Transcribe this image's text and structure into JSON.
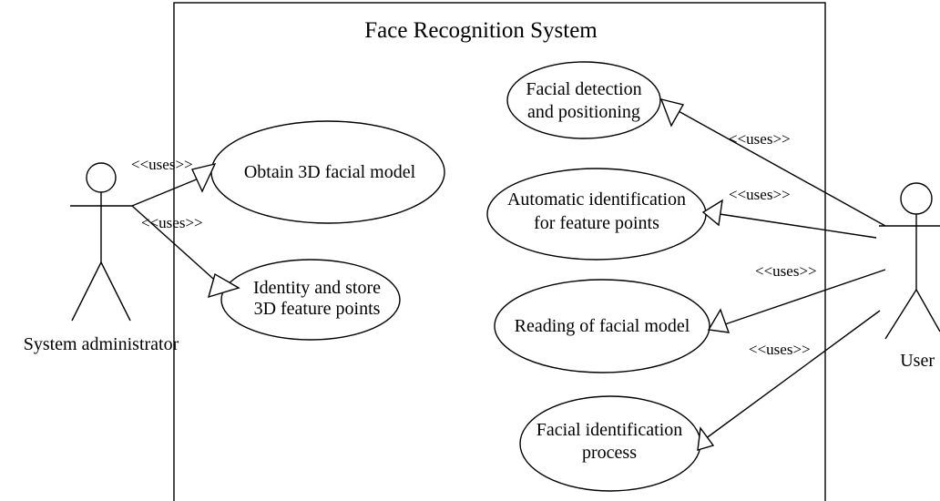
{
  "system": {
    "title": "Face Recognition System"
  },
  "actors": {
    "admin": {
      "label": "System administrator"
    },
    "user": {
      "label": "User"
    }
  },
  "use_cases": {
    "obtain_model": {
      "lines": [
        "Obtain 3D facial model"
      ]
    },
    "identity_store": {
      "lines": [
        "Identity and store",
        "3D feature points"
      ]
    },
    "facial_detection": {
      "lines": [
        "Facial detection",
        "and positioning"
      ]
    },
    "auto_identification": {
      "lines": [
        "Automatic identification",
        "for feature points"
      ]
    },
    "reading_model": {
      "lines": [
        "Reading of facial model"
      ]
    },
    "identification_process": {
      "lines": [
        "Facial identification",
        "process"
      ]
    }
  },
  "relations": {
    "admin_obtain": "<<uses>>",
    "admin_identity": "<<uses>>",
    "user_detection": "<<uses>>",
    "user_auto": "<<uses>>",
    "user_reading": "<<uses>>",
    "user_process": "<<uses>>"
  }
}
